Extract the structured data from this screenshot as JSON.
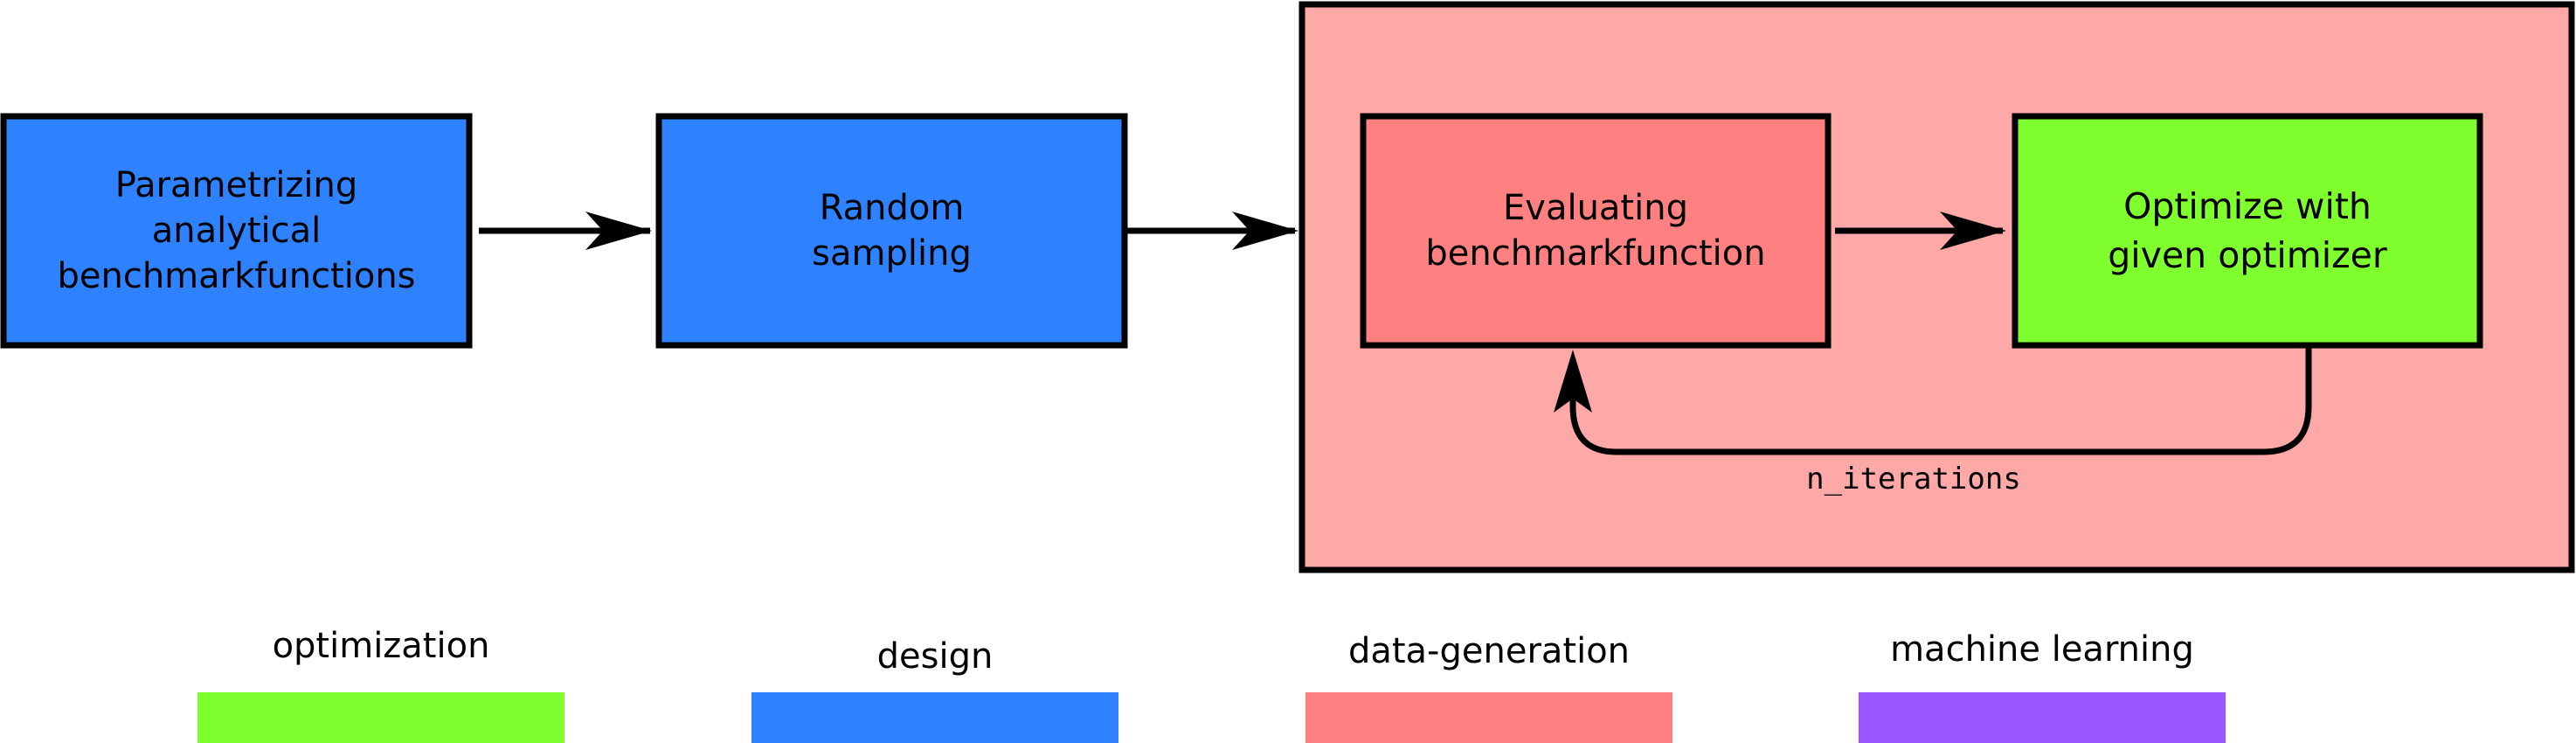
{
  "colors": {
    "design": "#2e81ff",
    "data_generation_container": "#ffa8a8",
    "data_generation": "#ff8080",
    "optimization": "#80ff2e",
    "machine_learning": "#9955ff",
    "stroke": "#000000"
  },
  "steps": {
    "parametrize": "Parametrizing\nanalytical\nbenchmarkfunctions",
    "sampling": "Random\nsampling",
    "evaluate": "Evaluating\nbenchmarkfunction",
    "optimize": "Optimize with\ngiven optimizer"
  },
  "loop_label": "n_iterations",
  "legend": [
    {
      "label": "optimization",
      "color": "#80ff2e"
    },
    {
      "label": "design",
      "color": "#2e81ff"
    },
    {
      "label": "data-generation",
      "color": "#ff8080"
    },
    {
      "label": "machine learning",
      "color": "#9955ff"
    }
  ]
}
